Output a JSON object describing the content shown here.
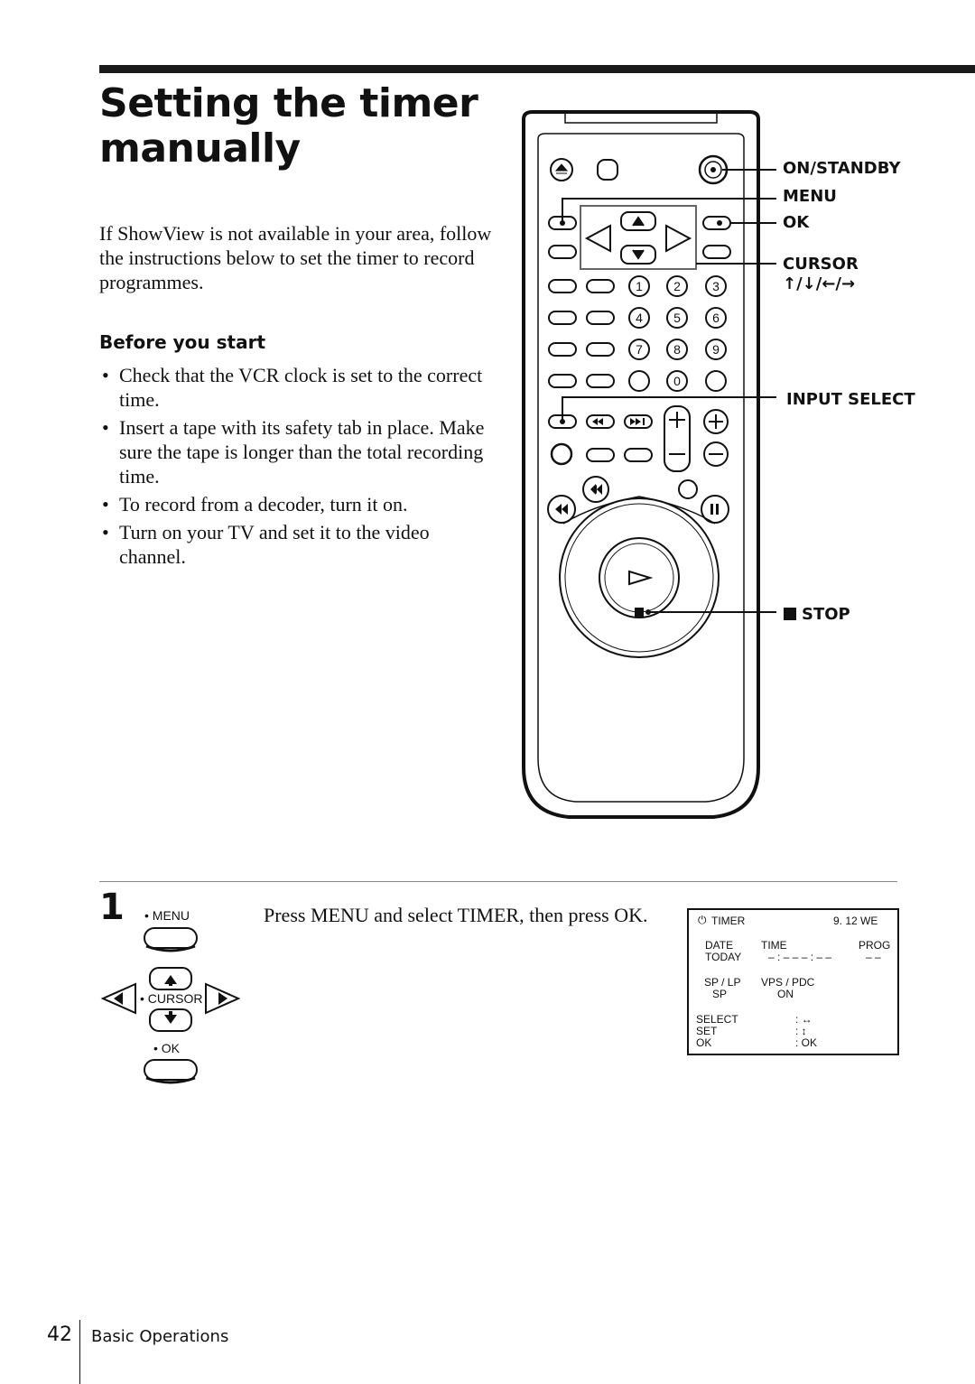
{
  "page": {
    "title": "Setting the timer manually",
    "intro": "If ShowView is not available in your area, follow the instructions below to set the timer to record programmes.",
    "before_heading": "Before you start",
    "bullets": [
      "Check that the VCR clock is set to the correct time.",
      "Insert a tape with its safety tab in place.  Make sure the tape is longer than the total recording time.",
      "To record from a decoder, turn it on.",
      "Turn on your TV and set it to the video channel."
    ]
  },
  "remote": {
    "labels": {
      "on_standby": "ON/STANDBY",
      "menu": "MENU",
      "ok": "OK",
      "cursor": "CURSOR",
      "cursor_arrows": "↑/↓/←/→",
      "input_select": "INPUT SELECT",
      "stop": "STOP"
    },
    "number_keys": [
      "1",
      "2",
      "3",
      "4",
      "5",
      "6",
      "7",
      "8",
      "9",
      "0"
    ]
  },
  "step1": {
    "number": "1",
    "menu_label": "• MENU",
    "cursor_label": "• CURSOR",
    "ok_label": "• OK",
    "instruction": "Press MENU and select TIMER, then press OK."
  },
  "osd": {
    "timer": "TIMER",
    "date_value": "9. 12  WE",
    "date_label": "DATE",
    "today": "TODAY",
    "time_label": "TIME",
    "time_value": "– : – –  – : – –",
    "prog_label": "PROG",
    "prog_value": "– –",
    "splp_label": "SP / LP",
    "splp_value": "SP",
    "vps_label": "VPS / PDC",
    "vps_value": "ON",
    "select": "SELECT",
    "select_value": ": ↔",
    "set": "SET",
    "set_value": ": ↕",
    "ok": "OK",
    "ok_value": ": OK"
  },
  "footer": {
    "page_number": "42",
    "section": "Basic Operations"
  }
}
